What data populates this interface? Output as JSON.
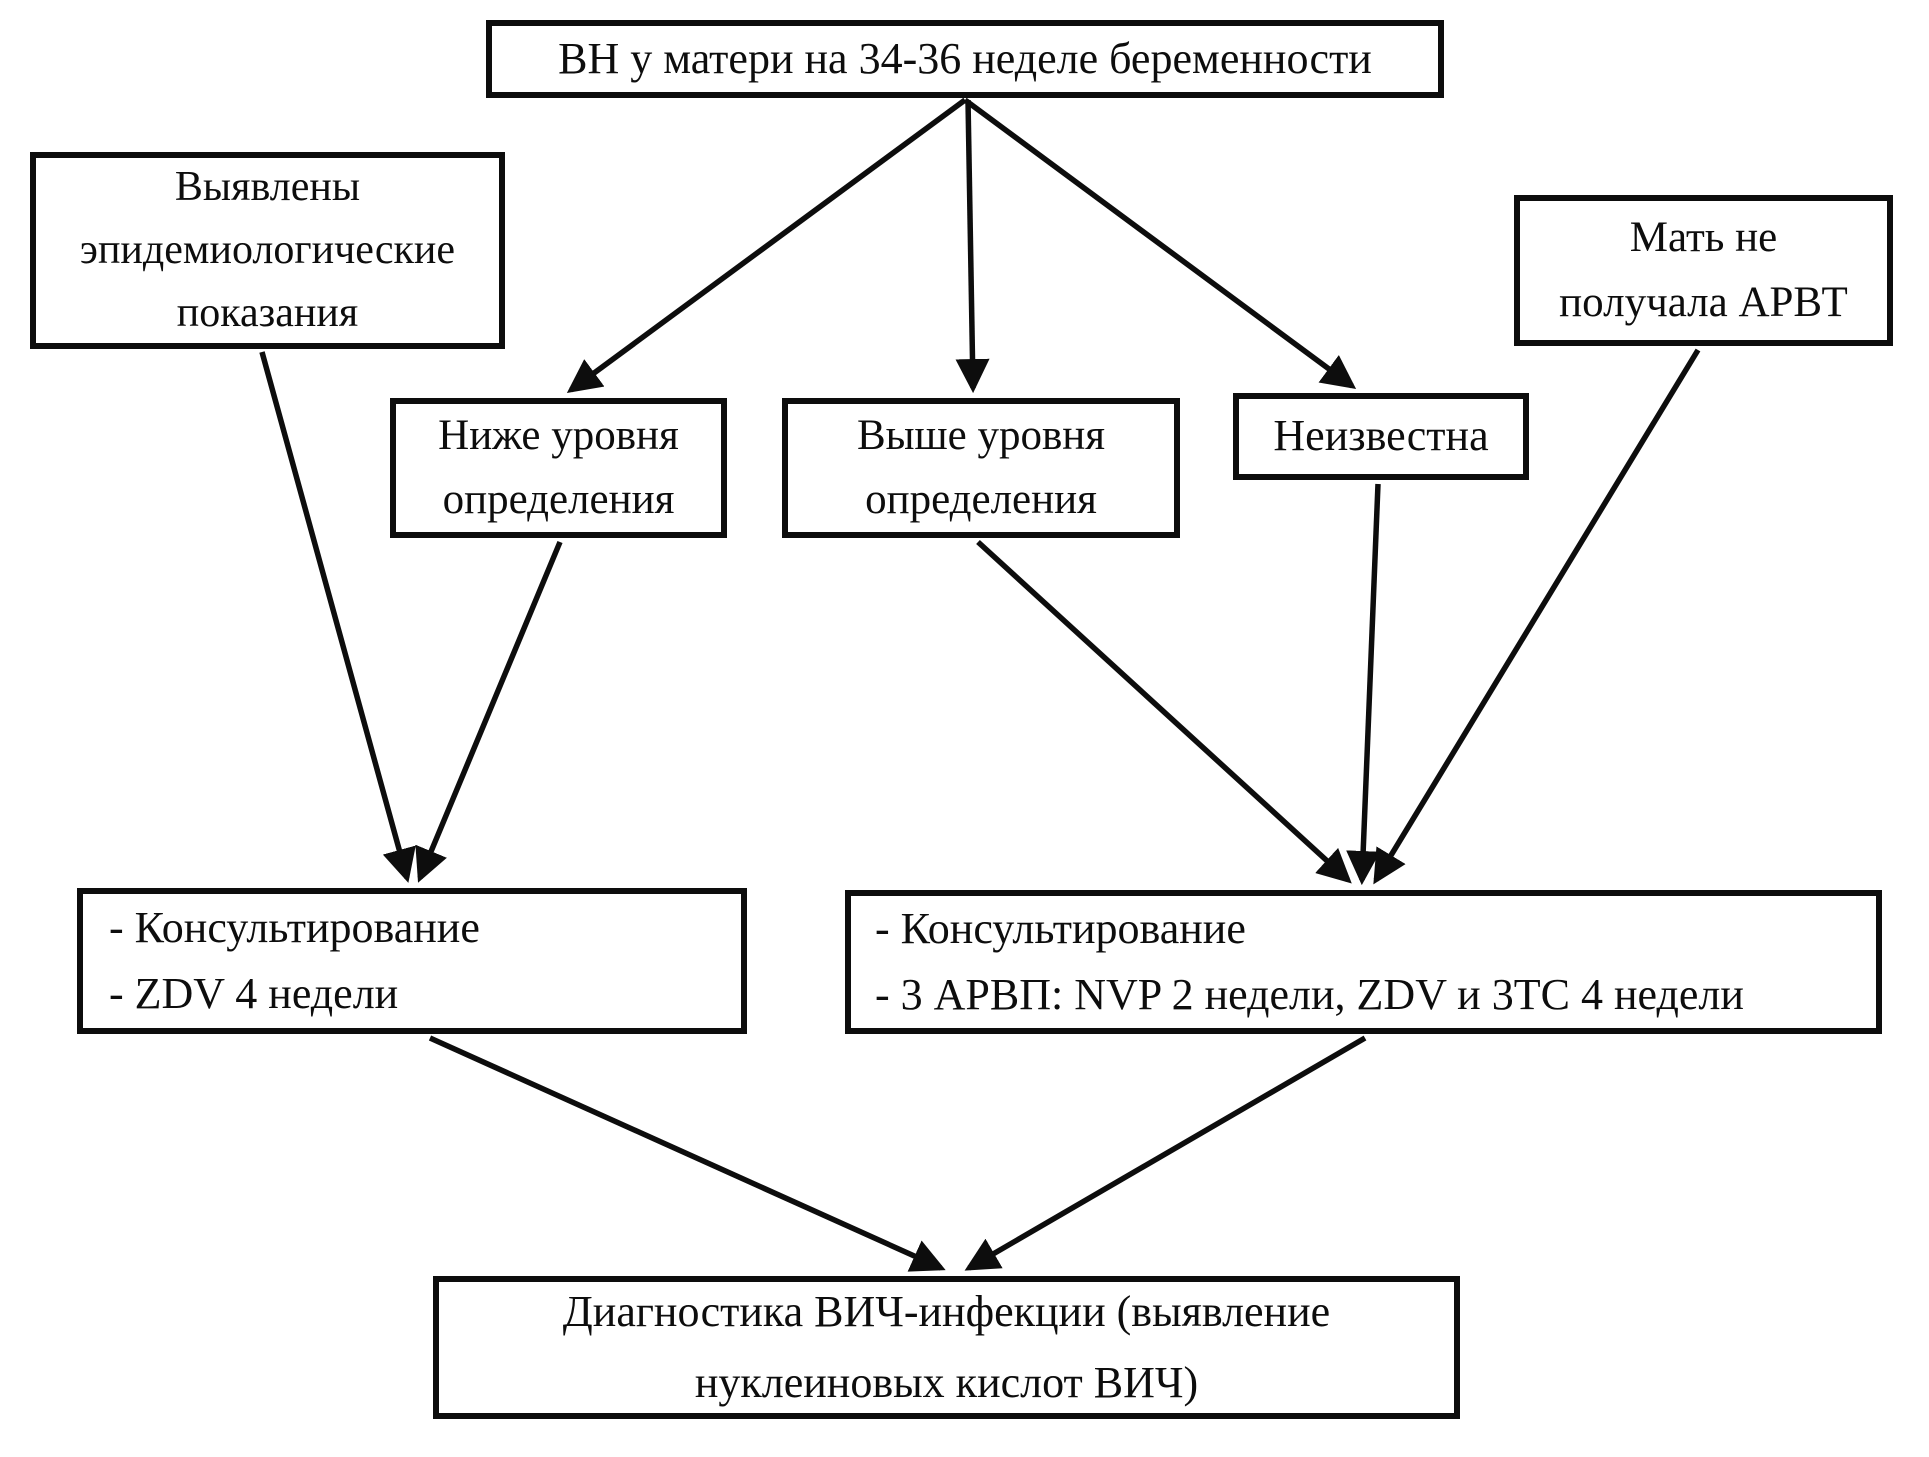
{
  "diagram": {
    "description_tag": "flowchart",
    "colors": {
      "ink": "#0d0d0d",
      "paper": "#ffffff"
    },
    "nodes": {
      "maternal_vl": {
        "text": "ВН у матери на 34-36 неделе беременности"
      },
      "epi_indications": {
        "text": "Выявлены\nэпидемиологические\nпоказания"
      },
      "below_detection": {
        "text": "Ниже уровня\nопределения"
      },
      "above_detection": {
        "text": "Выше уровня\nопределения"
      },
      "unknown": {
        "text": "Неизвестна"
      },
      "mother_no_arvt": {
        "text": "Мать не\nполучала АРВТ"
      },
      "result_left": {
        "text": "- Консультирование\n- ZDV 4 недели"
      },
      "result_right": {
        "text": "- Консультирование\n- 3 АРВП: NVP 2 недели, ZDV и 3ТС 4 недели"
      },
      "diagnosis": {
        "text": "Диагностика ВИЧ-инфекции (выявление\nнуклеиновых кислот ВИЧ)"
      }
    }
  }
}
